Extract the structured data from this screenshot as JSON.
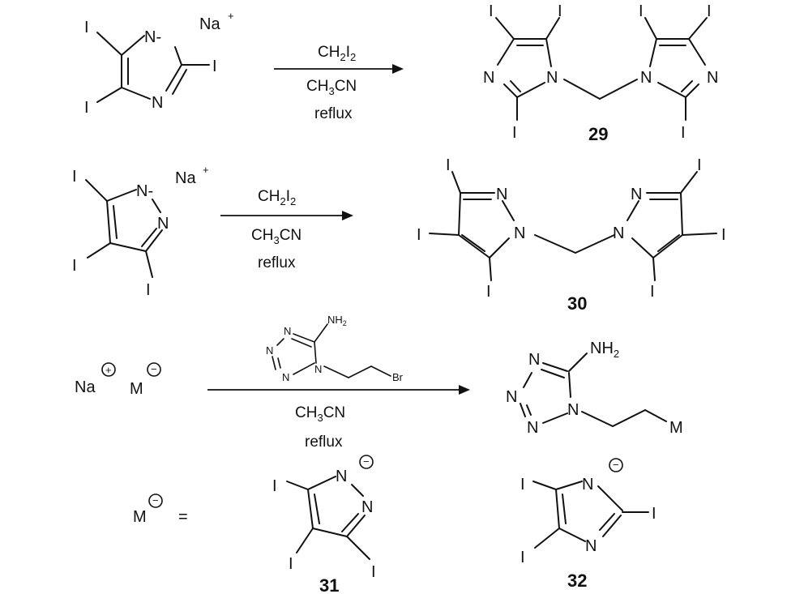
{
  "atoms": {
    "iodine": "I",
    "nitrogen": "N",
    "anion_nitrogen": "N-",
    "sodium": "Na",
    "plus_superscript": "+",
    "amino": "NH",
    "amino_subscript": "2",
    "bromine": "Br",
    "metal": "M",
    "circled_plus": "+",
    "circled_minus": "−",
    "equals": "="
  },
  "conditions": {
    "reagent_ch2i2": {
      "ch": "CH",
      "sub2": "2",
      "i": "I",
      "sub2b": "2"
    },
    "solvent": {
      "ch": "CH",
      "sub3": "3",
      "cn": "CN"
    },
    "heat": "reflux"
  },
  "compound_numbers": {
    "c29": "29",
    "c30": "30",
    "c31": "31",
    "c32": "32"
  }
}
